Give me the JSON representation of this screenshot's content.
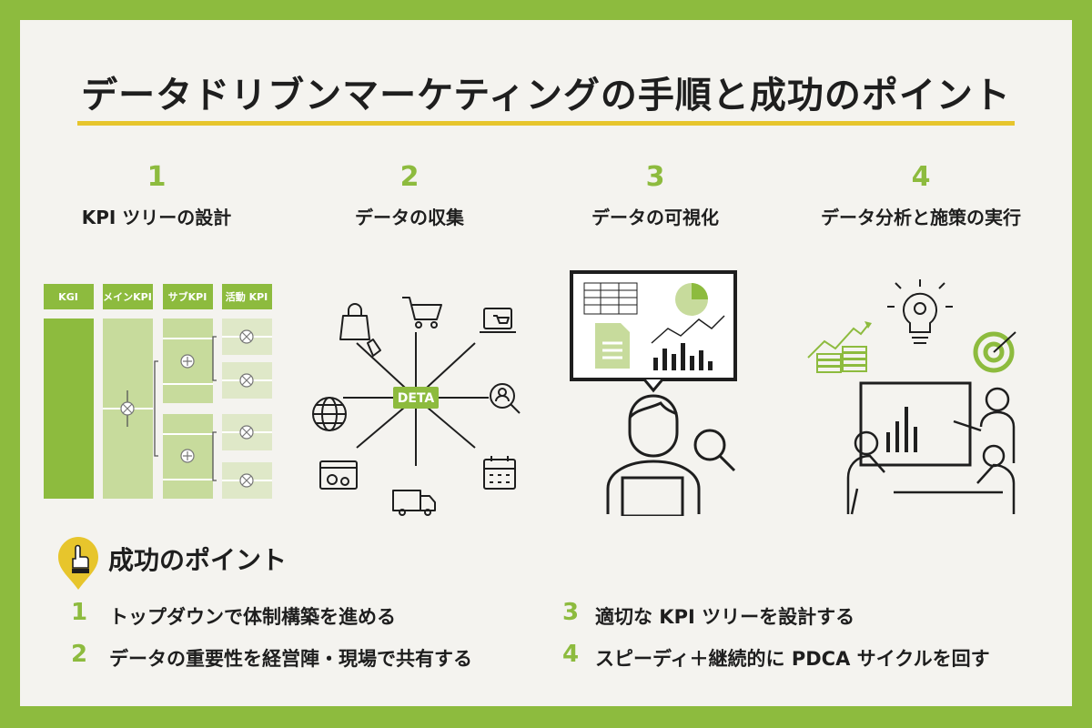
{
  "title": "データドリブンマーケティングの手順と成功のポイント",
  "steps": [
    {
      "num": "1",
      "label": "KPI ツリーの設計"
    },
    {
      "num": "2",
      "label": "データの収集"
    },
    {
      "num": "3",
      "label": "データの可視化"
    },
    {
      "num": "4",
      "label": "データ分析と施策の実行"
    }
  ],
  "kpi_tree": {
    "headers": [
      "KGI",
      "メインKPI",
      "サブKPI",
      "活動 KPI"
    ]
  },
  "data_hub": {
    "label": "DETA"
  },
  "points": {
    "title": "成功のポイント",
    "items": [
      {
        "num": "1",
        "text": "トップダウンで体制構築を進める"
      },
      {
        "num": "2",
        "text": "データの重要性を経営陣・現場で共有する"
      },
      {
        "num": "3",
        "text": "適切な KPI ツリーを設計する"
      },
      {
        "num": "4",
        "text": "スピーディ＋継続的に PDCA サイクルを回す"
      }
    ]
  },
  "colors": {
    "green": "#8dbb3e",
    "light_green": "#c7db9c",
    "yellow": "#e7c52c",
    "dark": "#1e1e1e"
  }
}
